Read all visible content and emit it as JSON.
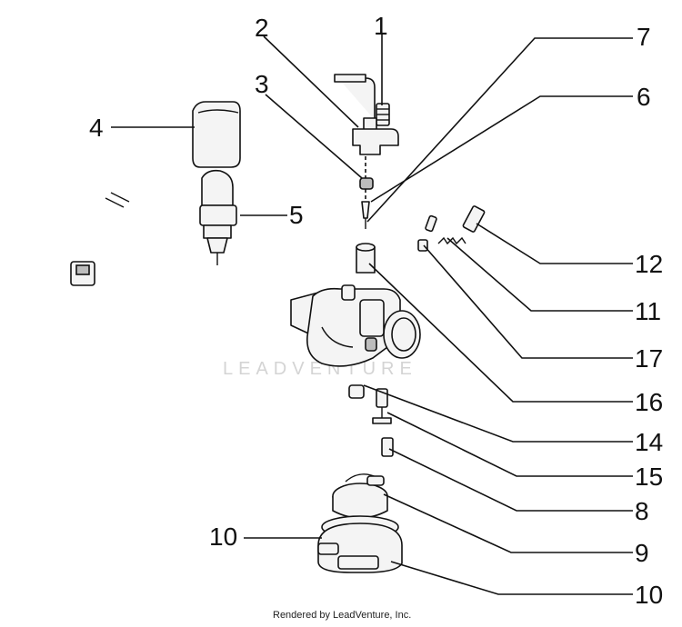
{
  "diagram": {
    "watermark": "LEADVENTURE",
    "footer": "Rendered by LeadVenture, Inc.",
    "callouts": [
      "1",
      "2",
      "3",
      "4",
      "5",
      "6",
      "7",
      "10",
      "12",
      "11",
      "17",
      "16",
      "14",
      "15",
      "8",
      "9",
      "10"
    ]
  }
}
